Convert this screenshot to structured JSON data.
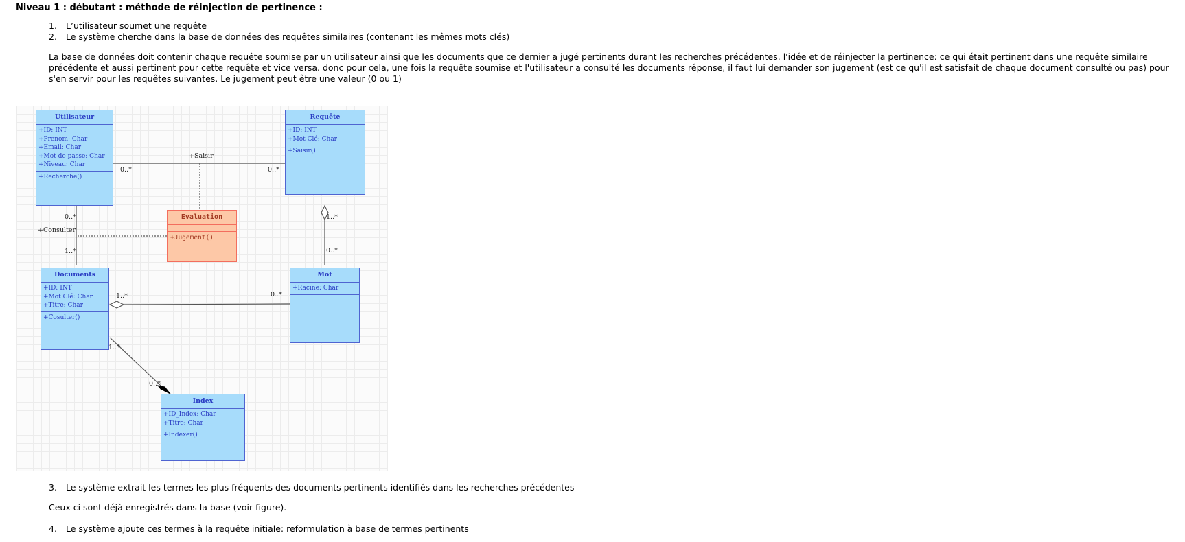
{
  "heading": "Niveau 1 : débutant : méthode de réinjection de pertinence :",
  "steps_top": [
    {
      "num": "1.",
      "text": "L’utilisateur soumet une requête"
    },
    {
      "num": "2.",
      "text": "Le système cherche dans la base de données des requêtes similaires (contenant les mêmes mots clés)"
    }
  ],
  "paragraph": "La base de données doit contenir chaque requête soumise par un utilisateur ainsi que les documents que ce dernier a jugé pertinents durant les recherches précédentes. l'idée et de réinjecter la pertinence: ce qui était pertinent dans une requête similaire précédente et aussi pertinent pour cette requête et vice versa. donc pour cela, une fois la requête soumise et l'utilisateur a consulté les documents réponse, il faut lui demander son jugement (est ce qu'il est satisfait de chaque document consulté ou pas) pour s'en servir pour les requêtes suivantes. Le jugement peut être une valeur (0 ou 1)",
  "diagram": {
    "classes": {
      "utilisateur": {
        "name": "Utilisateur",
        "attributes": [
          "+ID: INT",
          "+Prenom: Char",
          "+Email: Char",
          "+Mot de passe: Char",
          "+Niveau: Char"
        ],
        "operations": [
          "+Recherche()"
        ]
      },
      "requete": {
        "name": "Requête",
        "attributes": [
          "+ID: INT",
          "+Mot Clé: Char"
        ],
        "operations": [
          "+Saisir()"
        ]
      },
      "evaluation": {
        "name": "Evaluation",
        "operations": [
          "+Jugement()"
        ]
      },
      "documents": {
        "name": "Documents",
        "attributes": [
          "+ID: INT",
          "+Mot Clé: Char",
          "+Titre: Char"
        ],
        "operations": [
          "+Cosulter()"
        ]
      },
      "mot": {
        "name": "Mot",
        "attributes": [
          "+Racine: Char"
        ],
        "operations": []
      },
      "index": {
        "name": "Index",
        "attributes": [
          "+ID_Index: Char",
          "+Titre: Char"
        ],
        "operations": [
          "+Indexer()"
        ]
      }
    },
    "labels": {
      "saisir": "+Saisir",
      "consulter": "+Consulter",
      "u_saisir_mult": "0..*",
      "r_saisir_mult": "0..*",
      "u_consult_mult": "0..*",
      "d_consult_mult": "1..*",
      "r_mot_mult": "1..*",
      "mot_r_mult": "0..*",
      "d_mot_mult": "1..*",
      "mot_d_mult": "0..*",
      "d_index_mult": "1..*",
      "index_d_mult": "0..*"
    }
  },
  "steps_bottom": [
    {
      "num": "3.",
      "text": "Le système extrait les termes les plus fréquents des documents pertinents identifiés dans les recherches précédentes"
    },
    {
      "num": "4.",
      "text": "Le système ajoute ces termes à la requête initiale: reformulation à base de termes pertinents"
    }
  ],
  "note": "Ceux ci sont déjà enregistrés dans la base (voir figure).",
  "colors": {
    "class_fill": "#a7dcfb",
    "class_border": "#4f64d1",
    "class_text": "#2a3dc4",
    "eval_fill": "#fdc8a7",
    "eval_border": "#f36e5e",
    "eval_text": "#a23a22"
  }
}
